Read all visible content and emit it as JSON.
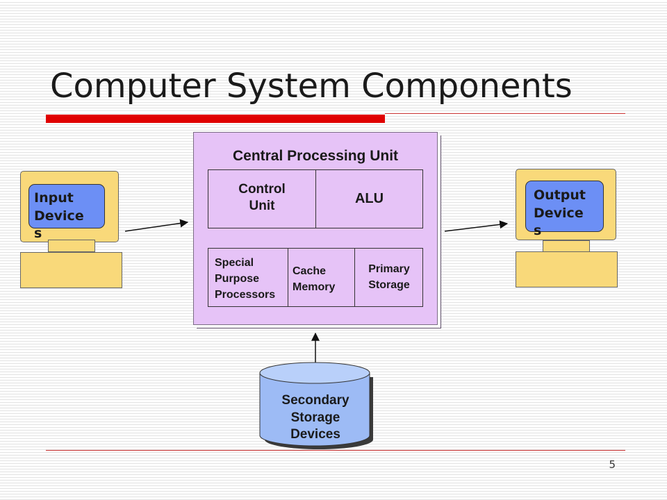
{
  "slide": {
    "title": "Computer System Components",
    "page_number": "5"
  },
  "cpu": {
    "title": "Central Processing Unit",
    "control_unit": "Control\nUnit",
    "alu": "ALU",
    "special_purpose": "Special\nPurpose\nProcessors",
    "cache_memory": "Cache\nMemory",
    "primary_storage": "Primary\nStorage"
  },
  "input_device": {
    "label": "Input\nDevice\ns"
  },
  "output_device": {
    "label": "Output\nDevice\ns"
  },
  "secondary_storage": {
    "label": "Secondary\nStorage\nDevices"
  },
  "colors": {
    "cpu_fill": "#e6c3f7",
    "device_body": "#f9d97a",
    "device_screen": "#6c8ff5",
    "storage_fill": "#9dbbf5",
    "accent_red": "#e00000"
  }
}
